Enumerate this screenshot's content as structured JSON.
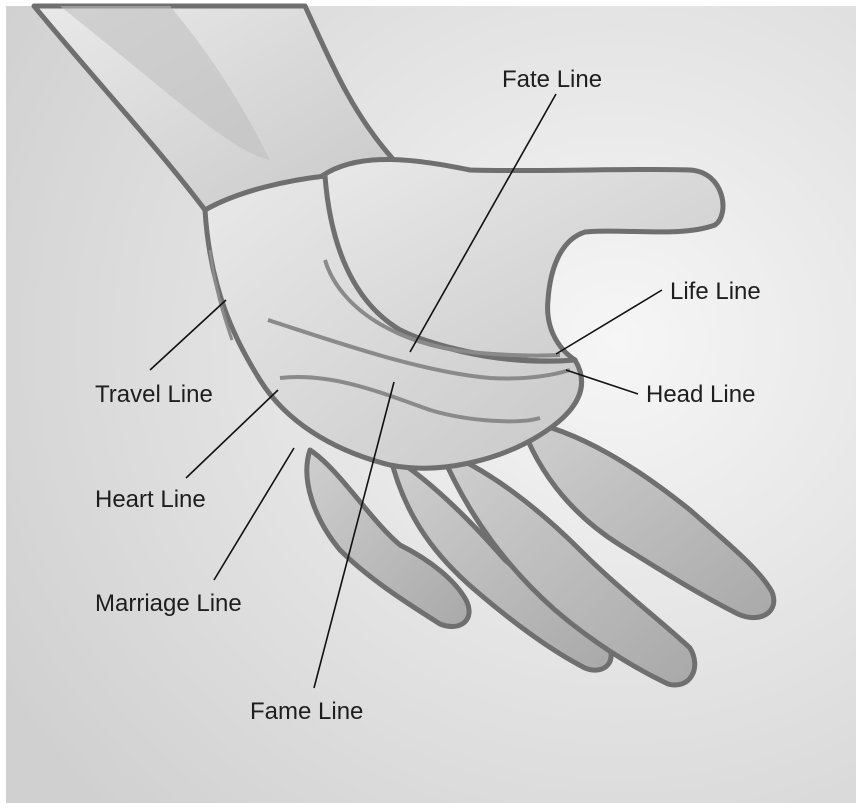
{
  "colors": {
    "background_light": "#f4f4f4",
    "background_dark": "#d2d2d2",
    "skin_outline": "#6f6f6f",
    "skin_light": "#e6e6e6",
    "skin_mid": "#c4c4c4",
    "leader_line": "#111111",
    "label_text": "#1e1e1e"
  },
  "labels": {
    "fate": "Fate Line",
    "life": "Life Line",
    "head": "Head Line",
    "travel": "Travel Line",
    "heart": "Heart Line",
    "marriage": "Marriage Line",
    "fame": "Fame Line"
  }
}
